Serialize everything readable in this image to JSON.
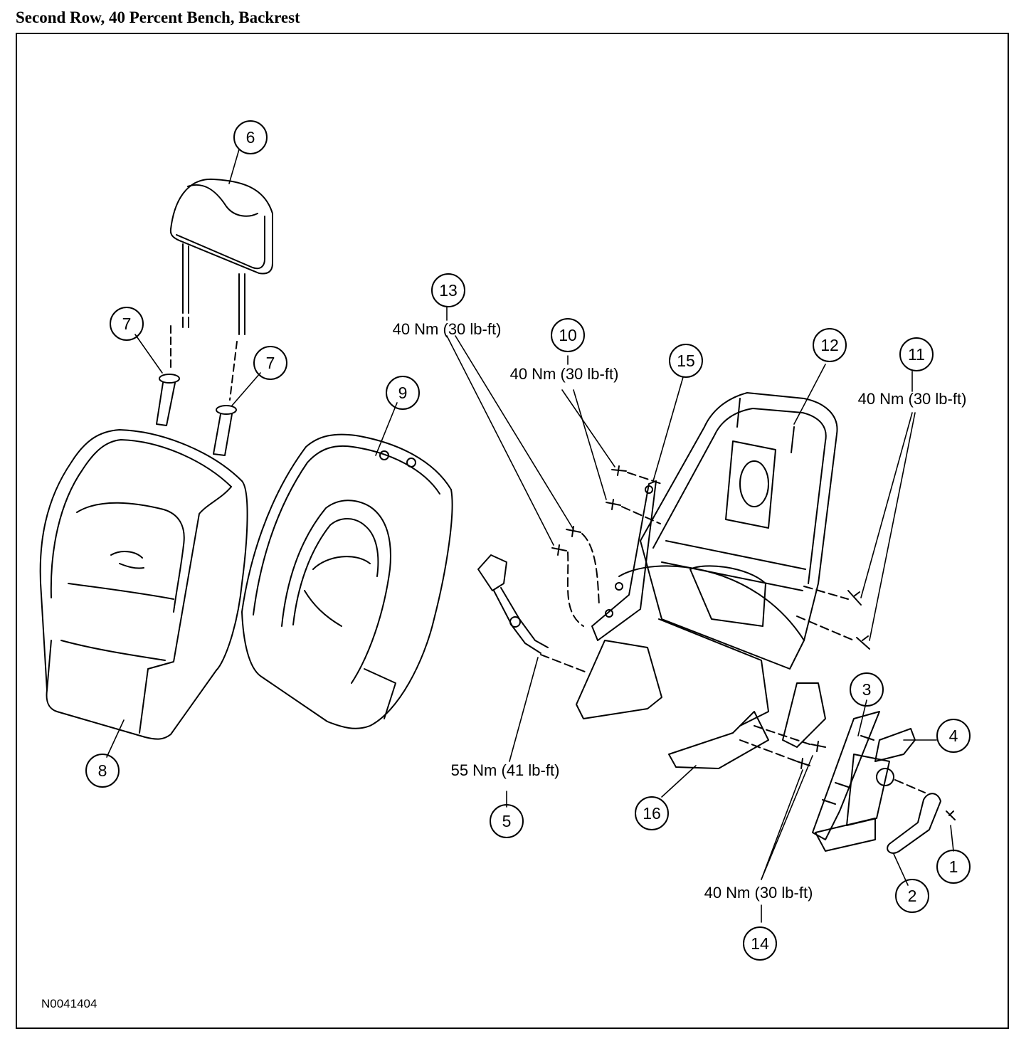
{
  "title": "Second Row, 40 Percent Bench, Backrest",
  "figure_id": "N0041404",
  "callouts": [
    {
      "num": "1"
    },
    {
      "num": "2"
    },
    {
      "num": "3"
    },
    {
      "num": "4"
    },
    {
      "num": "5"
    },
    {
      "num": "6"
    },
    {
      "num": "7"
    },
    {
      "num": "7"
    },
    {
      "num": "8"
    },
    {
      "num": "9"
    },
    {
      "num": "10"
    },
    {
      "num": "11"
    },
    {
      "num": "12"
    },
    {
      "num": "13"
    },
    {
      "num": "14"
    },
    {
      "num": "15"
    },
    {
      "num": "16"
    }
  ],
  "torque_specs": {
    "t13": "40 Nm (30 lb-ft)",
    "t10": "40 Nm (30 lb-ft)",
    "t11": "40 Nm (30 lb-ft)",
    "t5": "55 Nm (41 lb-ft)",
    "t14": "40 Nm (30 lb-ft)"
  }
}
